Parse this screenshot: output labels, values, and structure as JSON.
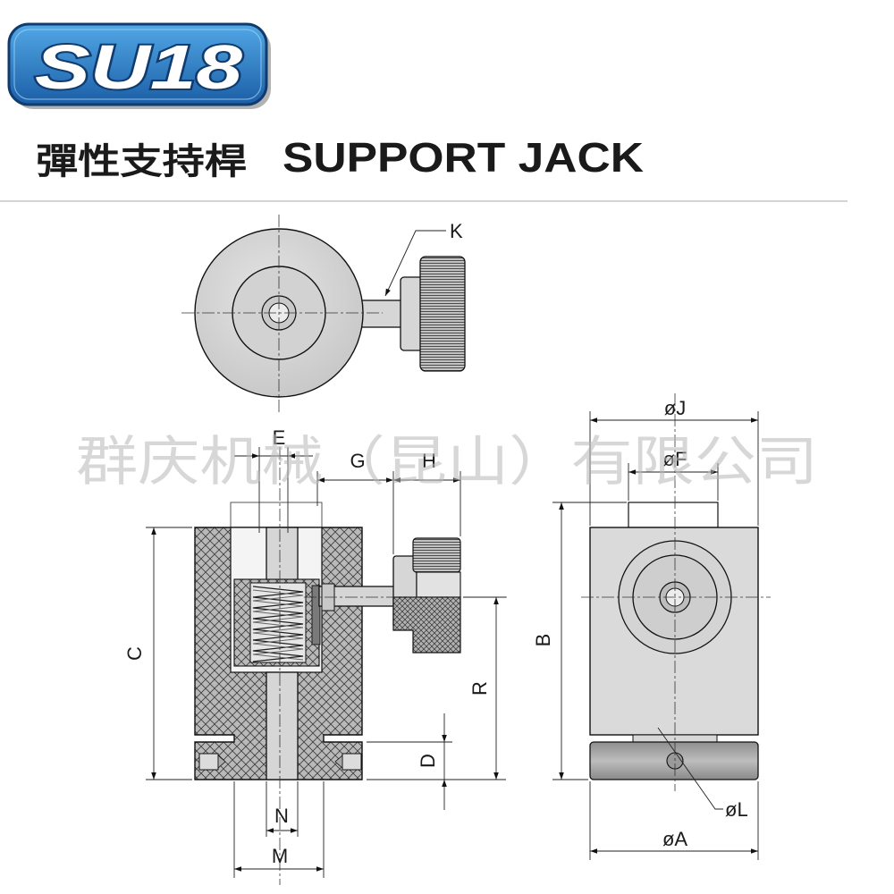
{
  "badge": {
    "text": "SU18"
  },
  "title": {
    "cn": "彈性支持桿",
    "en": "SUPPORT JACK"
  },
  "watermark": "群庆机械（昆山）有限公司",
  "labels": {
    "K": "K",
    "E": "E",
    "G": "G",
    "H": "H",
    "C": "C",
    "R": "R",
    "D": "D",
    "N": "N",
    "M": "M",
    "J": "øJ",
    "F": "øF",
    "B": "B",
    "L": "øL",
    "A": "øA"
  },
  "colors": {
    "badge_top": "#52a8e6",
    "badge_bottom": "#1b5ea6",
    "badge_border": "#0f3b6f",
    "metal": "#d6d6d6",
    "hatch_bg": "#b9b9b9",
    "watermark": "#b8b8b8",
    "rule": "#c6c6c6"
  }
}
